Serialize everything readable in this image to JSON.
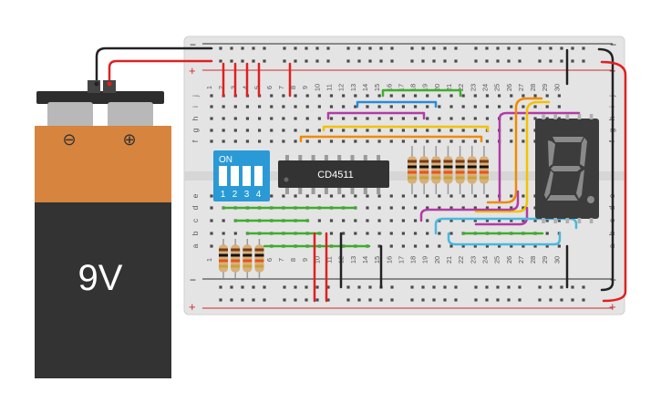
{
  "battery": {
    "voltage_label": "9V",
    "minus_symbol": "⊖",
    "plus_symbol": "⊕"
  },
  "breadboard": {
    "rail_plus_symbol": "+",
    "rail_minus_symbol": "−",
    "column_numbers": [
      "1",
      "2",
      "3",
      "4",
      "5",
      "6",
      "7",
      "8",
      "9",
      "10",
      "11",
      "12",
      "13",
      "14",
      "15",
      "16",
      "17",
      "18",
      "19",
      "20",
      "21",
      "22",
      "23",
      "24",
      "25",
      "26",
      "27",
      "28",
      "29",
      "30"
    ],
    "upper_row_letters": [
      "j",
      "i",
      "h",
      "g",
      "f"
    ],
    "lower_row_letters": [
      "e",
      "d",
      "c",
      "b",
      "a"
    ]
  },
  "dip_switch": {
    "on_label": "ON",
    "switch_numbers": [
      "1",
      "2",
      "3",
      "4"
    ]
  },
  "ic": {
    "part_label": "CD4511"
  },
  "seven_segment": {
    "displayed_digit": "8"
  },
  "colors": {
    "wire_red": "#e02020",
    "wire_black": "#222222",
    "wire_green": "#3dae2b",
    "wire_blue": "#2b8ad8",
    "wire_yellow": "#f2c200",
    "wire_orange": "#f08a00",
    "wire_purple": "#b33aa8",
    "wire_cyan": "#4ab8e0",
    "battery_copper": "#d7843f",
    "battery_body": "#333333",
    "dip_blue": "#2a9ad6"
  }
}
